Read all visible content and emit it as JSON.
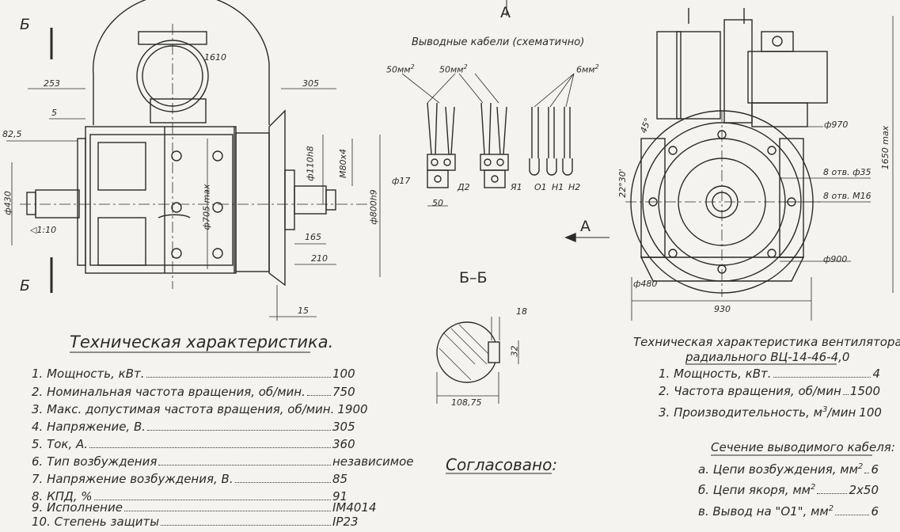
{
  "views": {
    "section_b_left_top": "Б",
    "section_b_left_bottom": "Б",
    "view_a_title": "А",
    "view_a_arrow": "А",
    "section_bb_title": "Б–Б"
  },
  "front_dims": {
    "d1610": "1610",
    "d253": "253",
    "d305": "305",
    "d5": "5",
    "d82_5": "82,5",
    "d430": "ф430",
    "taper": "◁1:10",
    "d705": "ф705 max",
    "d110": "ф110h8",
    "m80": "М80х4",
    "d800": "ф800h9",
    "d165": "165",
    "d210": "210",
    "d15": "15"
  },
  "cables": {
    "title": "Выводные кабели (схематично)",
    "s50a": "50мм",
    "s50b": "50мм",
    "s6": "6мм",
    "sup": "2",
    "d17": "ф17",
    "d2": "Д2",
    "d50": "50",
    "labels": [
      "Я1",
      "О1",
      "Н1",
      "Н2"
    ]
  },
  "section_bb": {
    "d18": "18",
    "d32": "32",
    "d108": "108,75"
  },
  "side_dims": {
    "a45": "45°",
    "a22": "22°30'",
    "d970": "ф970",
    "holes35": "8 отв. ф35",
    "holesM16": "8 отв. М16",
    "d900": "ф900",
    "d480": "ф480",
    "d930": "930",
    "d1650": "1650 max"
  },
  "motor_spec": {
    "title": "Техническая характеристика.",
    "rows": [
      {
        "label": "1. Мощность, кВт.",
        "value": "100"
      },
      {
        "label": "2. Номинальная частота вращения, об/мин.",
        "value": "750"
      },
      {
        "label": "3. Макс. допустимая частота вращения, об/мин.",
        "value": "1900"
      },
      {
        "label": "4. Напряжение, В.",
        "value": "305"
      },
      {
        "label": "5. Ток, А.",
        "value": "360"
      },
      {
        "label": "6. Тип возбуждения",
        "value": "независимое"
      },
      {
        "label": "7. Напряжение возбуждения, В.",
        "value": "85"
      },
      {
        "label": "8. КПД, %",
        "value": "91"
      },
      {
        "label": "9. Исполнение",
        "value": "IМ4014"
      },
      {
        "label": "10. Степень защиты",
        "value": "IP23"
      }
    ]
  },
  "approved": "Согласовано:",
  "fan_spec": {
    "title_line1": "Техническая характеристика вентилятора",
    "title_line2": "радиального ВЦ-14-46-4,0",
    "row1_label": "1. Мощность, кВт.",
    "row1_value": "4",
    "row2_label": "2. Частота вращения, об/мин",
    "row2_value": "1500",
    "row3_label": "3. Производительность, м",
    "row3_sup": "3",
    "row3_unit": "/мин",
    "row3_value": "100"
  },
  "cable_section": {
    "title": "Сечение выводимого кабеля:",
    "row_a_label": "а. Цепи возбуждения, мм",
    "row_a_value": "6",
    "row_b_label": "б. Цепи якоря, мм",
    "row_b_value": "2х50",
    "row_c_label": "в. Вывод на \"О1\", мм",
    "row_c_value": "6",
    "sup": "2"
  }
}
